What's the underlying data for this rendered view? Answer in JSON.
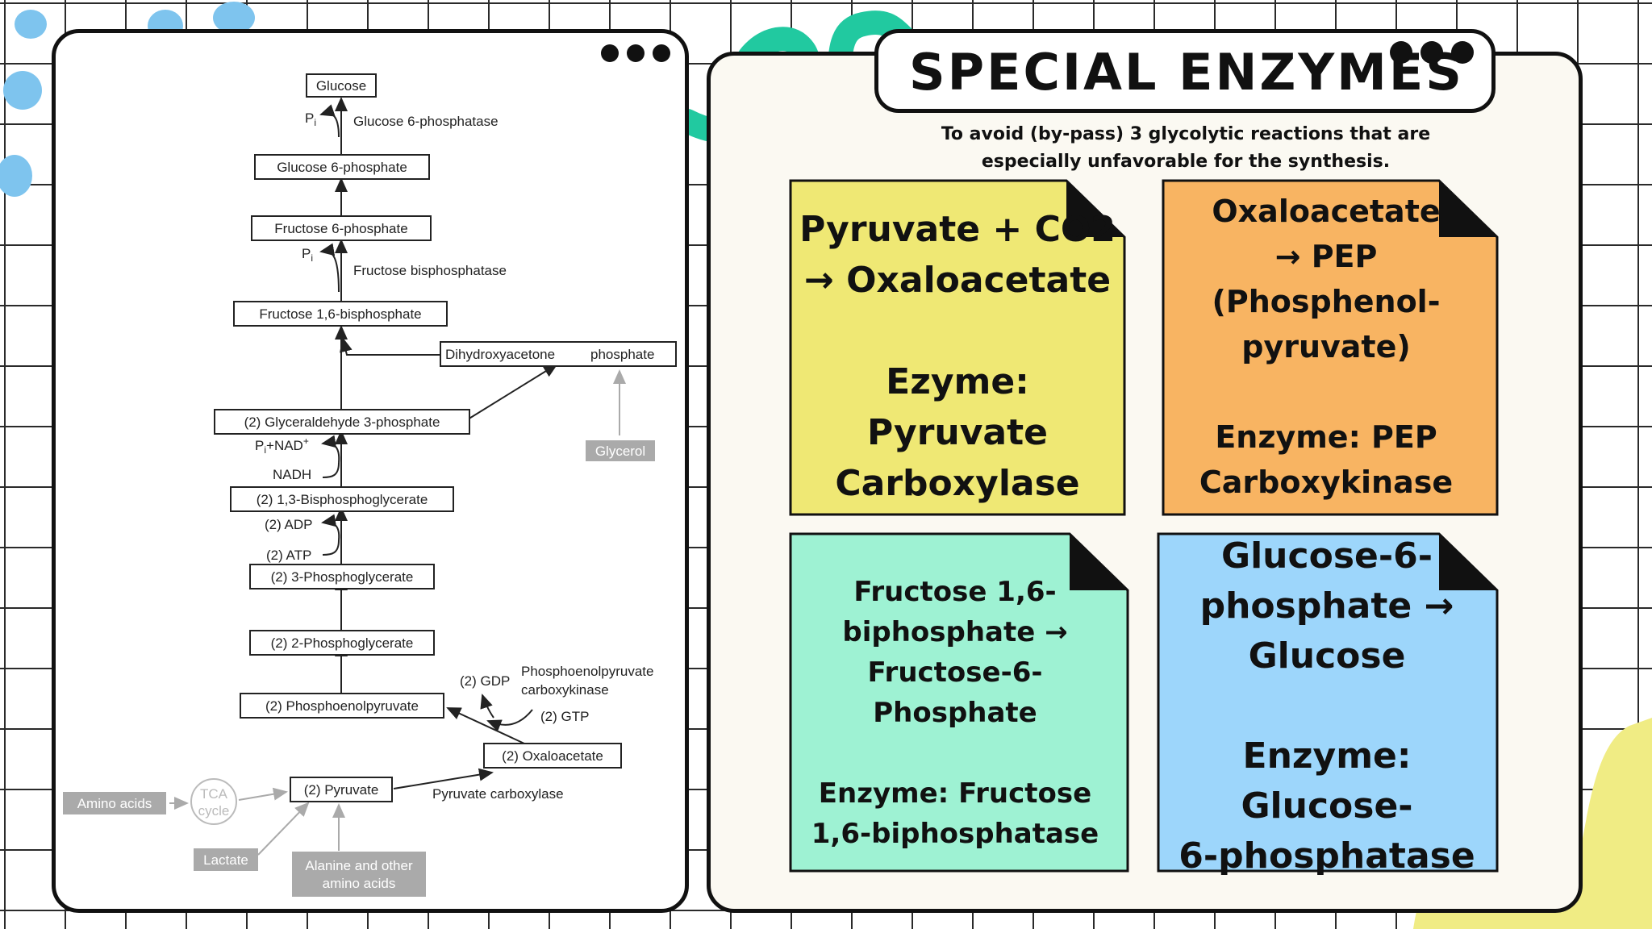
{
  "colors": {
    "accent_blue": "#7ec4ee",
    "accent_green": "#21c9a0",
    "accent_yellow": "#f0ec84",
    "panel_bg": "#fbf9f2",
    "note_yellow": "#efe874",
    "note_orange": "#f8b462",
    "note_mint": "#9ef2d3",
    "note_blue": "#9dd6fb"
  },
  "title": "SPECIAL ENZYMES",
  "subtitle": "To avoid (by-pass) 3 glycolytic reactions that are especially unfavorable for the synthesis.",
  "cards": [
    {
      "text": "Pyruvate + CO2\n→ Oxaloacetate\n\nEzyme: Pyruvate\nCarboxylase",
      "color": "#efe874"
    },
    {
      "text": "Oxaloacetate\n→ PEP\n(Phosphenol-\npyruvate)\n\nEnzyme: PEP\nCarboxykinase",
      "color": "#f8b462"
    },
    {
      "text": "Fructose 1,6-\nbiphosphate →\nFructose-6-\nPhosphate\n\nEnzyme: Fructose\n1,6-biphosphatase",
      "color": "#9ef2d3"
    },
    {
      "text": "Glucose-6-\nphosphate →\nGlucose\n\nEnzyme: Glucose-\n6-phosphatase",
      "color": "#9dd6fb"
    }
  ],
  "diagram": {
    "boxes": {
      "glucose": "Glucose",
      "g6p": "Glucose 6-phosphate",
      "f6p": "Fructose 6-phosphate",
      "f16bp": "Fructose 1,6-bisphosphate",
      "dhap_a": "Dihydroxyacetone",
      "dhap_b": "phosphate",
      "g3p": "(2) Glyceraldehyde 3-phosphate",
      "bpg": "(2) 1,3-Bisphosphoglycerate",
      "pg3": "(2) 3-Phosphoglycerate",
      "pg2": "(2) 2-Phosphoglycerate",
      "pep": "(2) Phosphoenolpyruvate",
      "oaa": "(2) Oxaloacetate",
      "pyr": "(2) Pyruvate",
      "glycerol": "Glycerol",
      "amino": "Amino acids",
      "lactate": "Lactate",
      "alanine_a": "Alanine and other",
      "alanine_b": "amino acids",
      "tca_a": "TCA",
      "tca_b": "cycle"
    },
    "labels": {
      "pi": "P",
      "pi_sub": "i",
      "g6pase": "Glucose 6-phosphatase",
      "fbpase": "Fructose bisphosphatase",
      "pi_nad": "P",
      "pi_nad_rest": "+NAD",
      "plus_sup": "+",
      "nadh": "NADH",
      "adp": "(2) ADP",
      "atp": "(2) ATP",
      "gdp": "(2) GDP",
      "gtp": "(2) GTP",
      "pepck_a": "Phosphoenolpyruvate",
      "pepck_b": "carboxykinase",
      "pc": "Pyruvate carboxylase"
    }
  }
}
